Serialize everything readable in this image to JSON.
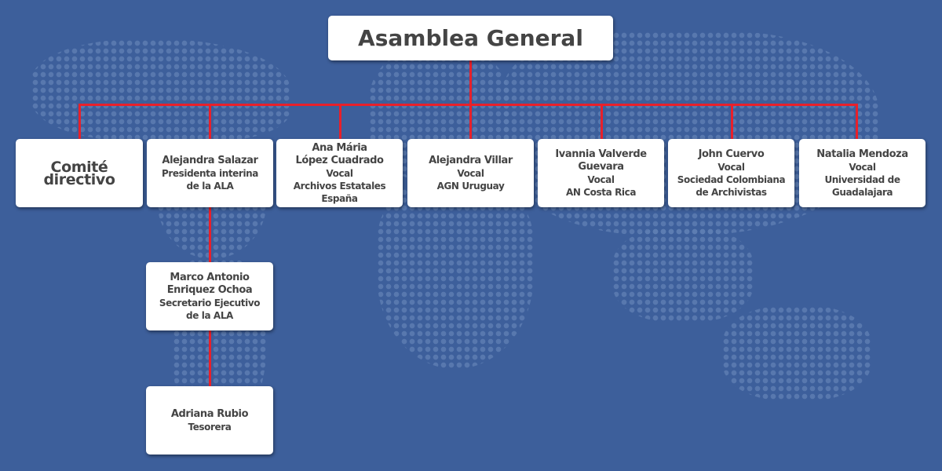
{
  "title": "Asamblea General",
  "comite": "Comité directivo",
  "members": [
    {
      "lines": [
        "Alejandra Salazar",
        "Presidenta interina",
        "de la ALA"
      ]
    },
    {
      "lines": [
        "Ana Mária",
        "López Cuadrado",
        "Vocal",
        "Archivos Estatales España"
      ]
    },
    {
      "lines": [
        "Alejandra Villar",
        "Vocal",
        "AGN Uruguay"
      ]
    },
    {
      "lines": [
        "Ivannia Valverde Guevara",
        "Vocal",
        "AN Costa Rica"
      ]
    },
    {
      "lines": [
        "John Cuervo",
        "Vocal",
        "Sociedad Colombiana",
        "de Archivistas"
      ]
    },
    {
      "lines": [
        "Natalia Mendoza",
        "Vocal",
        "Universidad de Guadalajara"
      ]
    }
  ],
  "secretario": {
    "lines": [
      "Marco Antonio",
      "Enriquez Ochoa",
      "Secretario Ejecutivo",
      "de la ALA"
    ]
  },
  "tesorera": {
    "lines": [
      "Adriana Rubio",
      "Tesorera"
    ]
  },
  "colors": {
    "background": "#3d5f9b",
    "connector": "#e8202a"
  }
}
